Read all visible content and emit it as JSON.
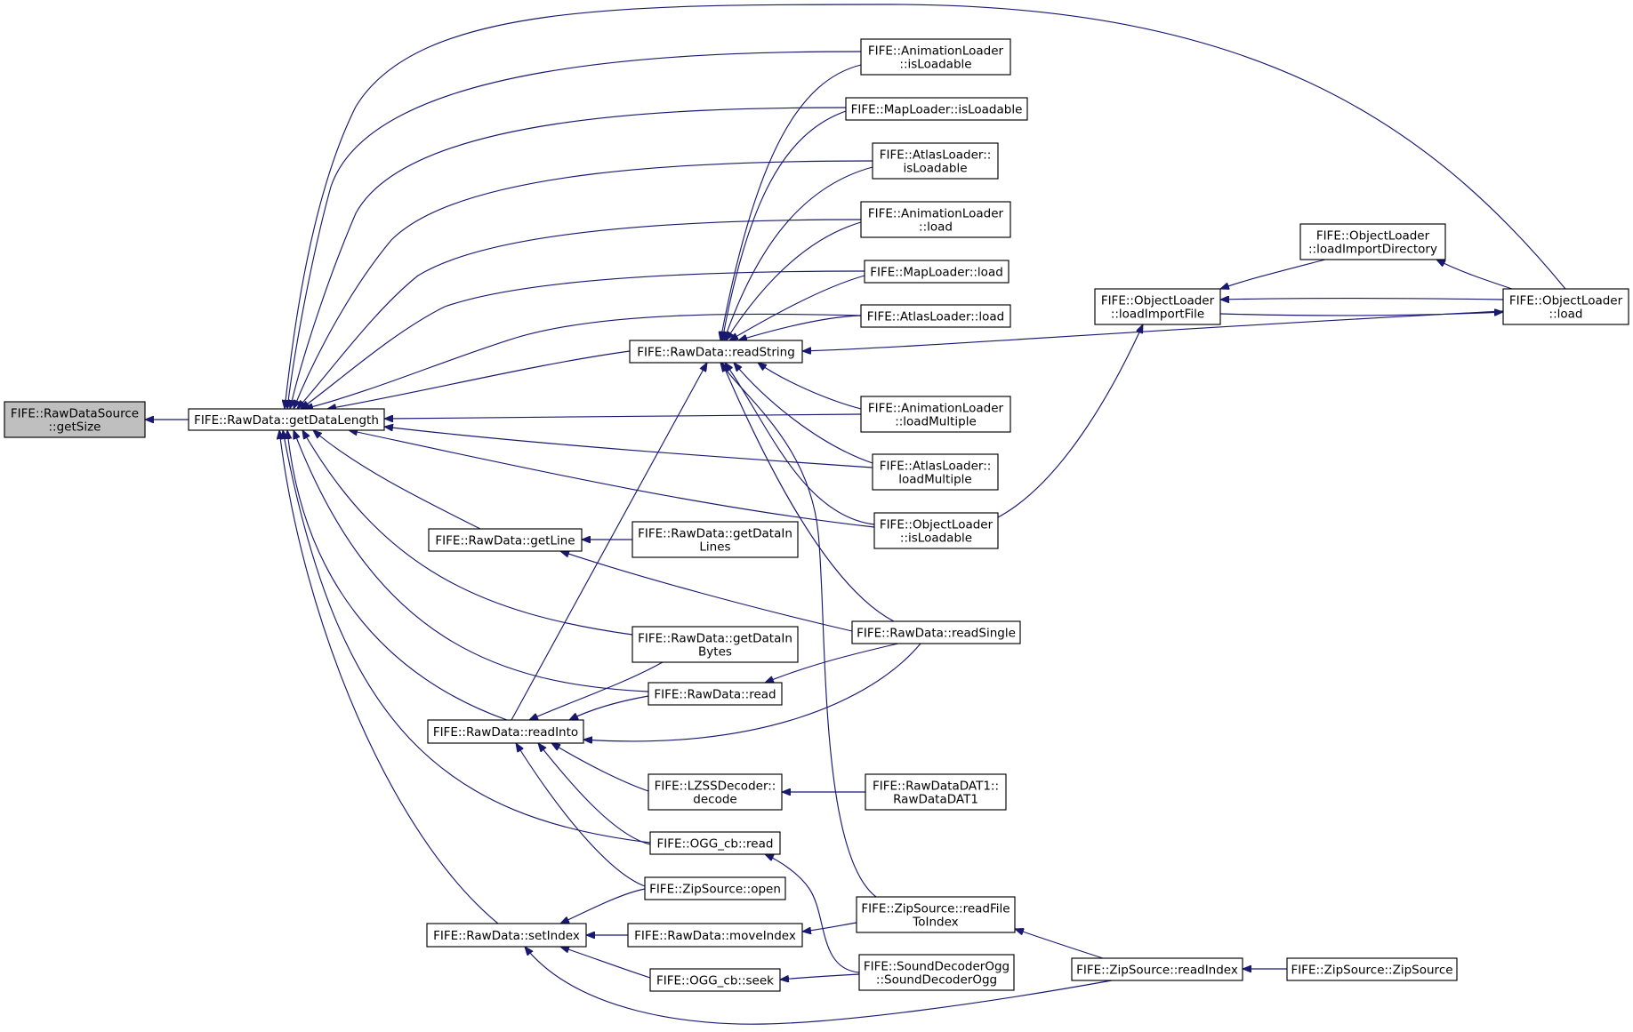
{
  "diagram": {
    "kind": "call-graph",
    "colors": {
      "edge": "#191970",
      "root_fill": "#bfbfbf",
      "node_fill": "#ffffff",
      "node_border": "#000000"
    },
    "nodes": [
      {
        "id": "getSize",
        "lines": [
          "FIFE::RawDataSource",
          "::getSize"
        ],
        "root": true
      },
      {
        "id": "getDataLength",
        "lines": [
          "FIFE::RawData::getDataLength"
        ]
      },
      {
        "id": "readString",
        "lines": [
          "FIFE::RawData::readString"
        ]
      },
      {
        "id": "getLine",
        "lines": [
          "FIFE::RawData::getLine"
        ]
      },
      {
        "id": "readInto",
        "lines": [
          "FIFE::RawData::readInto"
        ]
      },
      {
        "id": "setIndex",
        "lines": [
          "FIFE::RawData::setIndex"
        ]
      },
      {
        "id": "animIsLoadable",
        "lines": [
          "FIFE::AnimationLoader",
          "::isLoadable"
        ]
      },
      {
        "id": "mapIsLoadable",
        "lines": [
          "FIFE::MapLoader::isLoadable"
        ]
      },
      {
        "id": "atlasIsLoadable",
        "lines": [
          "FIFE::AtlasLoader::",
          "isLoadable"
        ]
      },
      {
        "id": "animLoad",
        "lines": [
          "FIFE::AnimationLoader",
          "::load"
        ]
      },
      {
        "id": "mapLoad",
        "lines": [
          "FIFE::MapLoader::load"
        ]
      },
      {
        "id": "atlasLoad",
        "lines": [
          "FIFE::AtlasLoader::load"
        ]
      },
      {
        "id": "animLoadMultiple",
        "lines": [
          "FIFE::AnimationLoader",
          "::loadMultiple"
        ]
      },
      {
        "id": "atlasLoadMultiple",
        "lines": [
          "FIFE::AtlasLoader::",
          "loadMultiple"
        ]
      },
      {
        "id": "objIsLoadable",
        "lines": [
          "FIFE::ObjectLoader",
          "::isLoadable"
        ]
      },
      {
        "id": "getDataInLines",
        "lines": [
          "FIFE::RawData::getDataIn",
          "Lines"
        ]
      },
      {
        "id": "readSingle",
        "lines": [
          "FIFE::RawData::readSingle"
        ]
      },
      {
        "id": "getDataInBytes",
        "lines": [
          "FIFE::RawData::getDataIn",
          "Bytes"
        ]
      },
      {
        "id": "read",
        "lines": [
          "FIFE::RawData::read"
        ]
      },
      {
        "id": "lzss",
        "lines": [
          "FIFE::LZSSDecoder::",
          "decode"
        ]
      },
      {
        "id": "rawDat1",
        "lines": [
          "FIFE::RawDataDAT1::",
          "RawDataDAT1"
        ]
      },
      {
        "id": "oggRead",
        "lines": [
          "FIFE::OGG_cb::read"
        ]
      },
      {
        "id": "zipOpen",
        "lines": [
          "FIFE::ZipSource::open"
        ]
      },
      {
        "id": "moveIndex",
        "lines": [
          "FIFE::RawData::moveIndex"
        ]
      },
      {
        "id": "readFileToIndex",
        "lines": [
          "FIFE::ZipSource::readFile",
          "ToIndex"
        ]
      },
      {
        "id": "oggSeek",
        "lines": [
          "FIFE::OGG_cb::seek"
        ]
      },
      {
        "id": "soundDecoder",
        "lines": [
          "FIFE::SoundDecoderOgg",
          "::SoundDecoderOgg"
        ]
      },
      {
        "id": "readIndex",
        "lines": [
          "FIFE::ZipSource::readIndex"
        ]
      },
      {
        "id": "zipSource",
        "lines": [
          "FIFE::ZipSource::ZipSource"
        ]
      },
      {
        "id": "objLoadImportFile",
        "lines": [
          "FIFE::ObjectLoader",
          "::loadImportFile"
        ]
      },
      {
        "id": "objLoadImportDir",
        "lines": [
          "FIFE::ObjectLoader",
          "::loadImportDirectory"
        ]
      },
      {
        "id": "objLoad",
        "lines": [
          "FIFE::ObjectLoader",
          "::load"
        ]
      }
    ],
    "edges": [
      {
        "from": "getDataLength",
        "to": "getSize"
      },
      {
        "from": "animIsLoadable",
        "to": "getDataLength"
      },
      {
        "from": "mapIsLoadable",
        "to": "getDataLength"
      },
      {
        "from": "atlasIsLoadable",
        "to": "getDataLength"
      },
      {
        "from": "animLoad",
        "to": "getDataLength"
      },
      {
        "from": "mapLoad",
        "to": "getDataLength"
      },
      {
        "from": "atlasLoad",
        "to": "getDataLength"
      },
      {
        "from": "objLoad",
        "to": "getDataLength"
      },
      {
        "from": "readString",
        "to": "getDataLength"
      },
      {
        "from": "animLoadMultiple",
        "to": "getDataLength"
      },
      {
        "from": "atlasLoadMultiple",
        "to": "getDataLength"
      },
      {
        "from": "objIsLoadable",
        "to": "getDataLength"
      },
      {
        "from": "getLine",
        "to": "getDataLength"
      },
      {
        "from": "getDataInBytes",
        "to": "getDataLength"
      },
      {
        "from": "read",
        "to": "getDataLength"
      },
      {
        "from": "readInto",
        "to": "getDataLength"
      },
      {
        "from": "oggRead",
        "to": "getDataLength"
      },
      {
        "from": "setIndex",
        "to": "getDataLength"
      },
      {
        "from": "animIsLoadable",
        "to": "readString"
      },
      {
        "from": "mapIsLoadable",
        "to": "readString"
      },
      {
        "from": "atlasIsLoadable",
        "to": "readString"
      },
      {
        "from": "animLoad",
        "to": "readString"
      },
      {
        "from": "mapLoad",
        "to": "readString"
      },
      {
        "from": "atlasLoad",
        "to": "readString"
      },
      {
        "from": "objLoad",
        "to": "readString"
      },
      {
        "from": "animLoadMultiple",
        "to": "readString"
      },
      {
        "from": "atlasLoadMultiple",
        "to": "readString"
      },
      {
        "from": "objIsLoadable",
        "to": "readString"
      },
      {
        "from": "readSingle",
        "to": "readString"
      },
      {
        "from": "readFileToIndex",
        "to": "readString"
      },
      {
        "from": "readInto",
        "to": "readString"
      },
      {
        "from": "getDataInLines",
        "to": "getLine"
      },
      {
        "from": "readSingle",
        "to": "getLine"
      },
      {
        "from": "getDataInBytes",
        "to": "readInto"
      },
      {
        "from": "read",
        "to": "readInto"
      },
      {
        "from": "readSingle",
        "to": "readInto"
      },
      {
        "from": "lzss",
        "to": "readInto"
      },
      {
        "from": "oggRead",
        "to": "readInto"
      },
      {
        "from": "zipOpen",
        "to": "readInto"
      },
      {
        "from": "readSingle",
        "to": "read"
      },
      {
        "from": "rawDat1",
        "to": "lzss"
      },
      {
        "from": "soundDecoder",
        "to": "oggRead"
      },
      {
        "from": "zipOpen",
        "to": "setIndex"
      },
      {
        "from": "moveIndex",
        "to": "setIndex"
      },
      {
        "from": "oggSeek",
        "to": "setIndex"
      },
      {
        "from": "readIndex",
        "to": "setIndex"
      },
      {
        "from": "readFileToIndex",
        "to": "moveIndex"
      },
      {
        "from": "soundDecoder",
        "to": "oggSeek"
      },
      {
        "from": "readIndex",
        "to": "readFileToIndex"
      },
      {
        "from": "zipSource",
        "to": "readIndex"
      },
      {
        "from": "objIsLoadable",
        "to": "objLoadImportFile"
      },
      {
        "from": "objLoadImportDir",
        "to": "objLoadImportFile"
      },
      {
        "from": "objLoad",
        "to": "objLoadImportFile"
      },
      {
        "from": "objLoadImportFile",
        "to": "objLoad"
      },
      {
        "from": "objLoad",
        "to": "objLoadImportDir"
      }
    ]
  }
}
